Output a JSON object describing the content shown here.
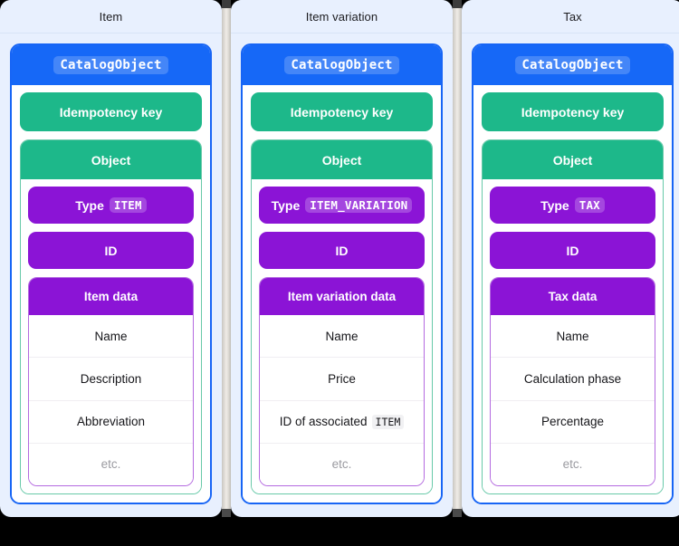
{
  "columns": [
    {
      "title": "Item",
      "catalog_label": "CatalogObject",
      "idempotency_label": "Idempotency key",
      "object_label": "Object",
      "type_label": "Type",
      "type_value": "ITEM",
      "id_label": "ID",
      "data_label": "Item data",
      "rows": [
        {
          "text": "Name",
          "code": "",
          "muted": false
        },
        {
          "text": "Description",
          "code": "",
          "muted": false
        },
        {
          "text": "Abbreviation",
          "code": "",
          "muted": false
        },
        {
          "text": "etc.",
          "code": "",
          "muted": true
        }
      ]
    },
    {
      "title": "Item variation",
      "catalog_label": "CatalogObject",
      "idempotency_label": "Idempotency key",
      "object_label": "Object",
      "type_label": "Type",
      "type_value": "ITEM_VARIATION",
      "id_label": "ID",
      "data_label": "Item variation data",
      "rows": [
        {
          "text": "Name",
          "code": "",
          "muted": false
        },
        {
          "text": "Price",
          "code": "",
          "muted": false
        },
        {
          "text": "ID of associated",
          "code": "ITEM",
          "muted": false
        },
        {
          "text": "etc.",
          "code": "",
          "muted": true
        }
      ]
    },
    {
      "title": "Tax",
      "catalog_label": "CatalogObject",
      "idempotency_label": "Idempotency key",
      "object_label": "Object",
      "type_label": "Type",
      "type_value": "TAX",
      "id_label": "ID",
      "data_label": "Tax data",
      "rows": [
        {
          "text": "Name",
          "code": "",
          "muted": false
        },
        {
          "text": "Calculation phase",
          "code": "",
          "muted": false
        },
        {
          "text": "Percentage",
          "code": "",
          "muted": false
        },
        {
          "text": "etc.",
          "code": "",
          "muted": true
        }
      ]
    }
  ],
  "colors": {
    "catalog_blue": "#1668f7",
    "object_green": "#1db88a",
    "data_purple": "#8b14d6",
    "panel_bg": "#e8f0fe"
  }
}
